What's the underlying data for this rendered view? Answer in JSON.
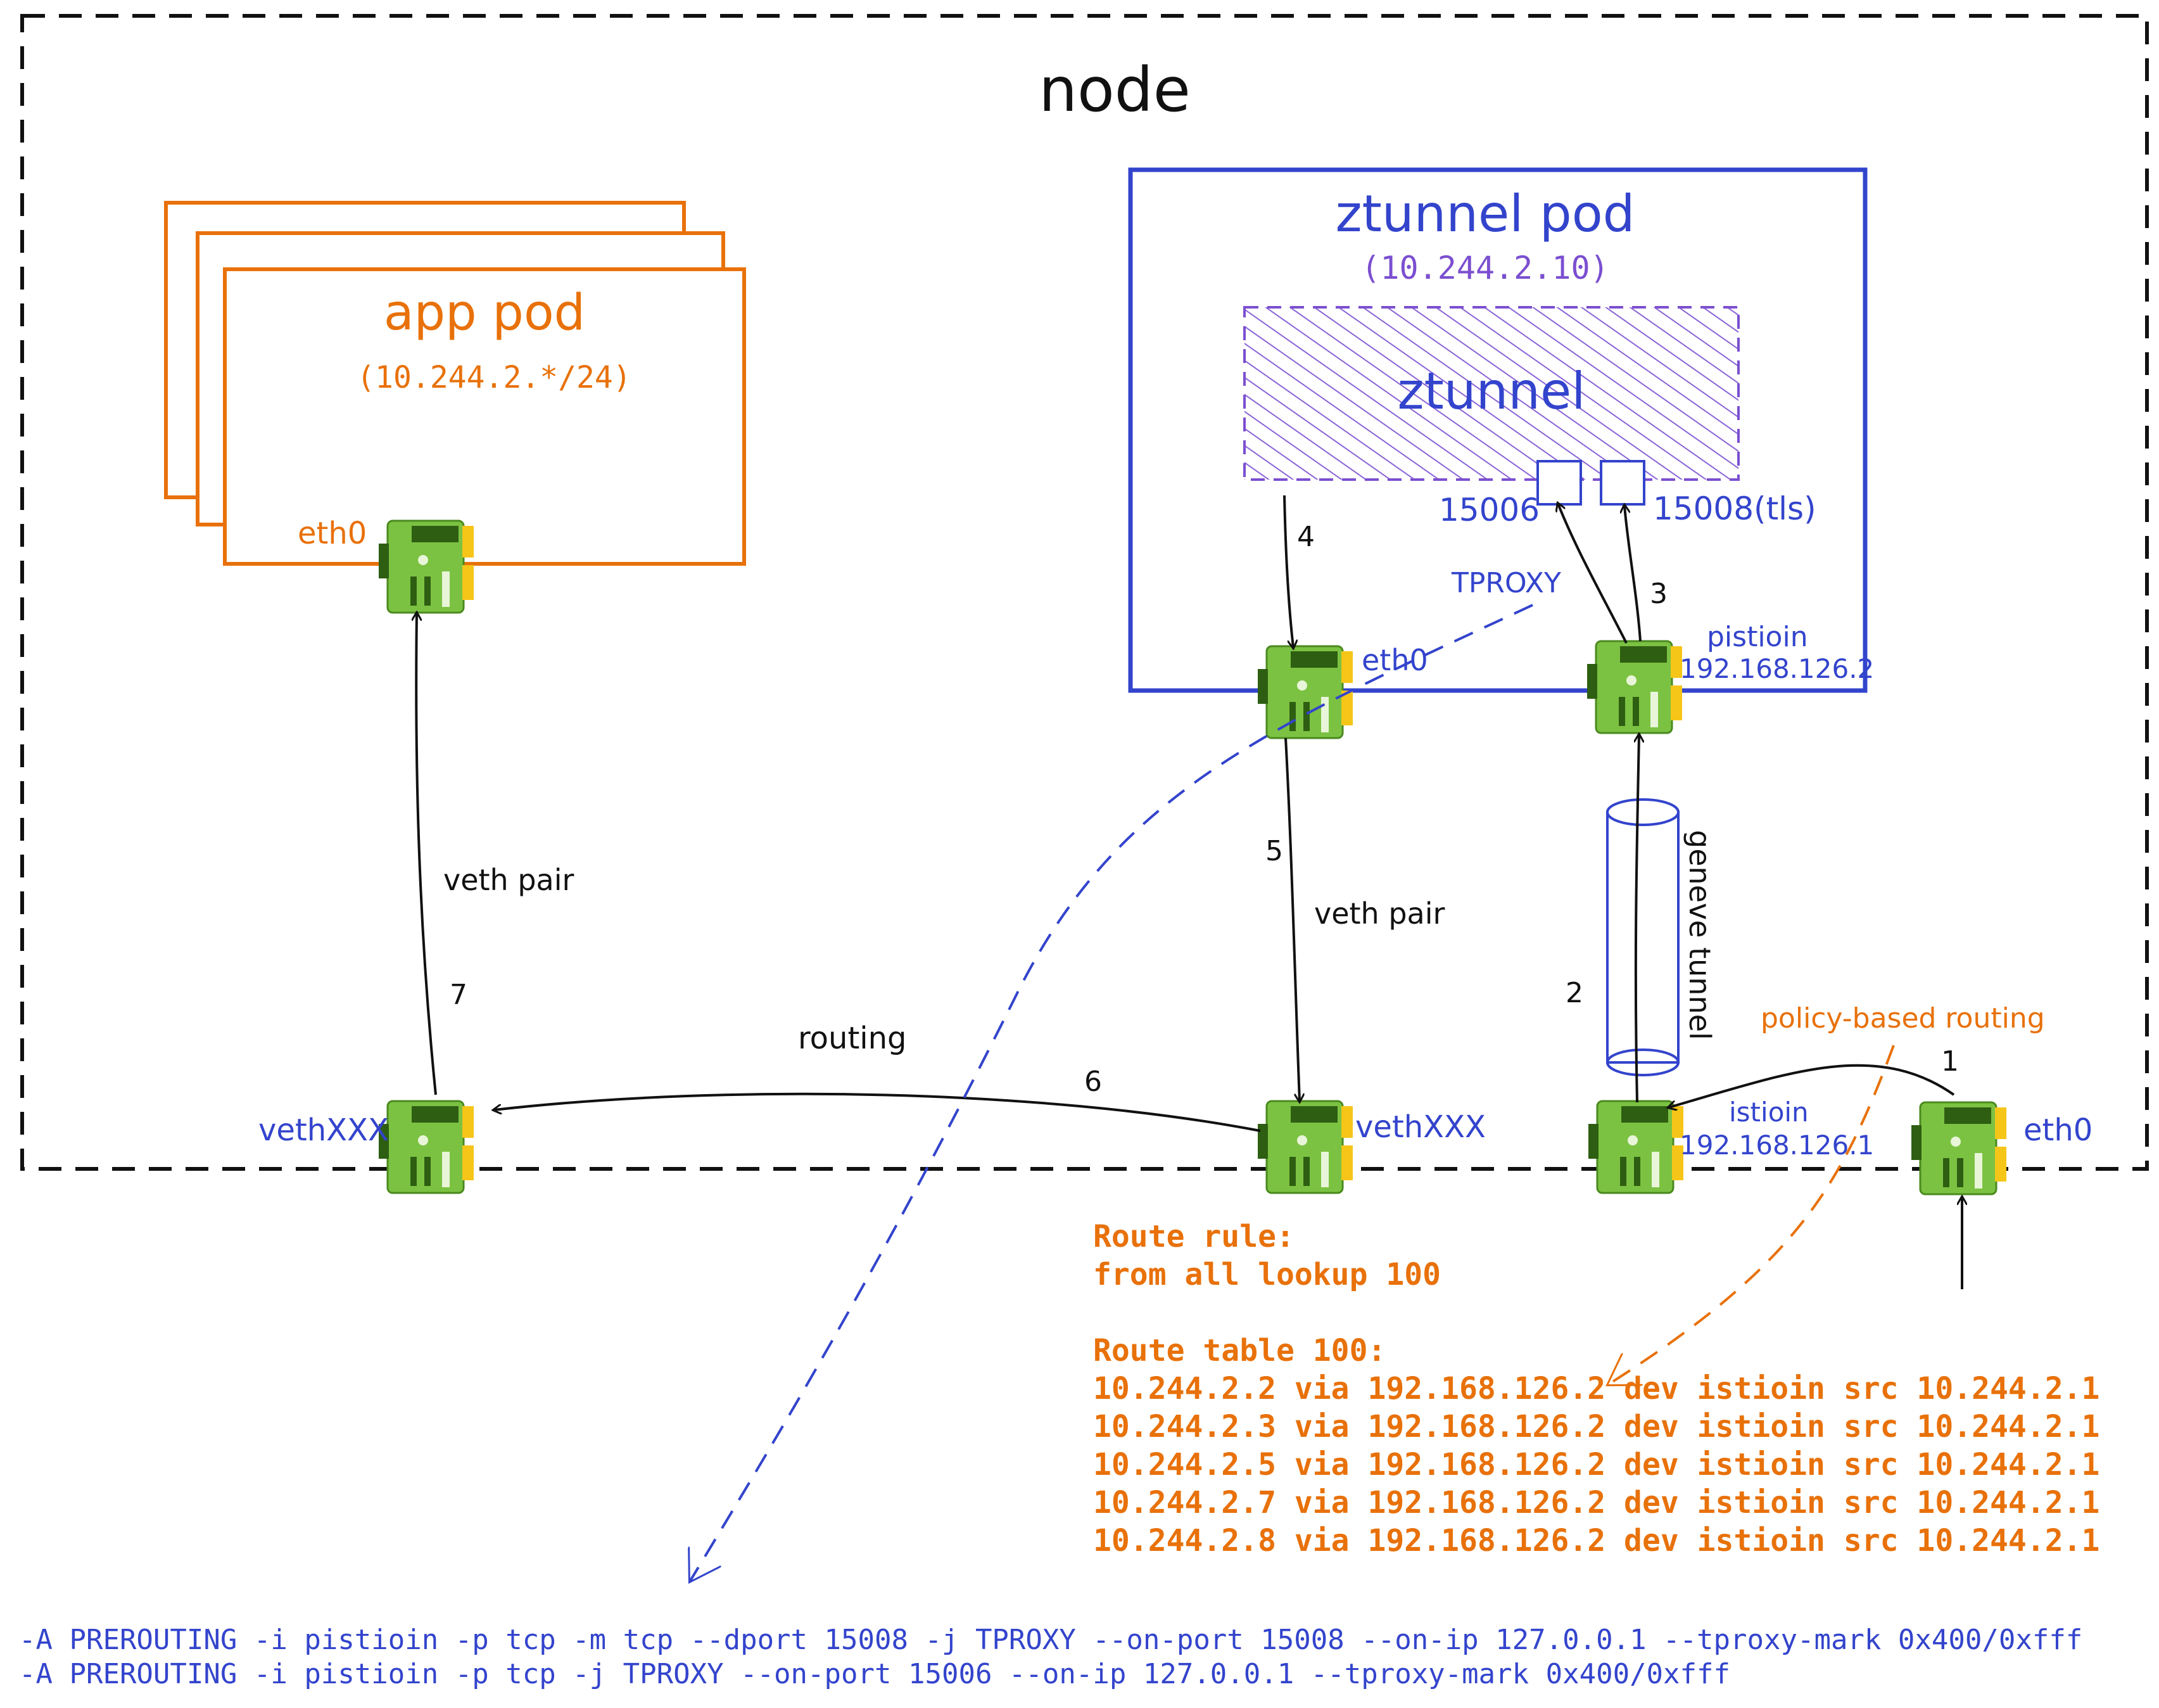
{
  "node": {
    "label": "node"
  },
  "app_pod": {
    "title": "app pod",
    "cidr": "(10.244.2.*/24)",
    "iface": "eth0"
  },
  "ztunnel_pod": {
    "title": "ztunnel pod",
    "ip": "(10.244.2.10)",
    "process": "ztunnel",
    "port_a": "15006",
    "port_b": "15008(tls)",
    "iface_eth0": "eth0",
    "pistioin_name": "pistioin",
    "pistioin_ip": "192.168.126.2"
  },
  "node_ifaces": {
    "veth_left": "vethXXX",
    "veth_right": "vethXXX",
    "istioin_name": "istioin",
    "istioin_ip": "192.168.126.1",
    "eth0": "eth0"
  },
  "labels": {
    "tproxy": "TPROXY",
    "veth_pair_1": "veth pair",
    "veth_pair_2": "veth pair",
    "routing": "routing",
    "geneve": "geneve tunnel",
    "pbr": "policy-based routing"
  },
  "steps": [
    "1",
    "2",
    "3",
    "4",
    "5",
    "6",
    "7"
  ],
  "route": {
    "rule_title": "Route rule:",
    "rule": "from all lookup 100",
    "table_title": "Route table 100:",
    "entries": [
      "10.244.2.2 via 192.168.126.2 dev istioin src 10.244.2.1",
      "10.244.2.3 via 192.168.126.2 dev istioin src 10.244.2.1",
      "10.244.2.5 via 192.168.126.2 dev istioin src 10.244.2.1",
      "10.244.2.7 via 192.168.126.2 dev istioin src 10.244.2.1",
      "10.244.2.8 via 192.168.126.2 dev istioin src 10.244.2.1"
    ]
  },
  "iptables": [
    "-A PREROUTING -i pistioin -p tcp -m tcp --dport 15008 -j TPROXY --on-port 15008 --on-ip 127.0.0.1 --tproxy-mark 0x400/0xfff",
    "-A PREROUTING -i pistioin -p tcp -j TPROXY --on-port 15006 --on-ip 127.0.0.1 --tproxy-mark 0x400/0xfff"
  ],
  "colors": {
    "orange": "#e8710a",
    "blue": "#3344cc",
    "purple": "#7b4fd0",
    "black": "#111111",
    "nic_green": "#7cc242",
    "nic_yellow": "#f5c518"
  }
}
